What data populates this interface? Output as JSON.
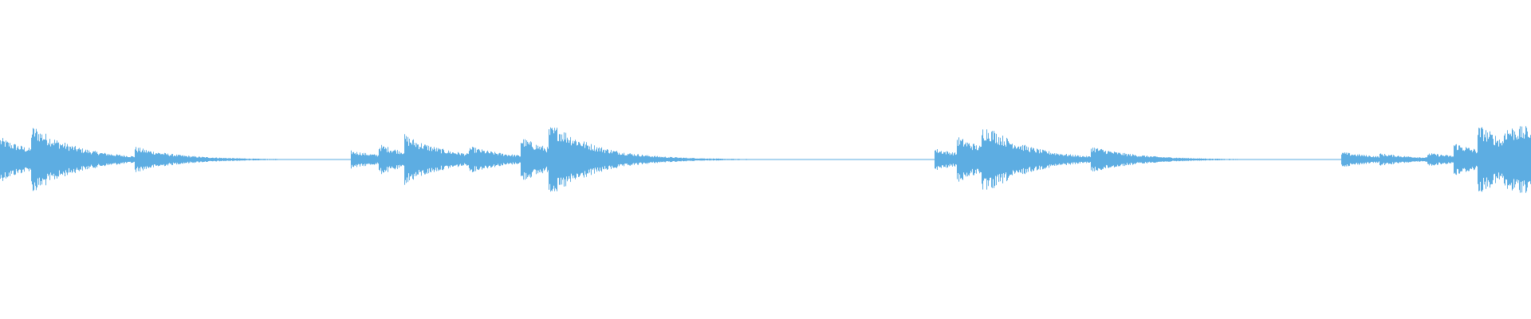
{
  "waveform": {
    "color": "#5dade2",
    "events": [
      {
        "start": 0.0,
        "amp": 0.75
      },
      {
        "start": 0.02,
        "amp": 0.85
      },
      {
        "start": 0.088,
        "amp": 0.32
      },
      {
        "start": 0.229,
        "amp": 0.3
      },
      {
        "start": 0.247,
        "amp": 0.36
      },
      {
        "start": 0.264,
        "amp": 0.56
      },
      {
        "start": 0.306,
        "amp": 0.26
      },
      {
        "start": 0.34,
        "amp": 0.62
      },
      {
        "start": 0.358,
        "amp": 1.0
      },
      {
        "start": 0.61,
        "amp": 0.38
      },
      {
        "start": 0.625,
        "amp": 0.56
      },
      {
        "start": 0.641,
        "amp": 0.85
      },
      {
        "start": 0.712,
        "amp": 0.36
      },
      {
        "start": 0.876,
        "amp": 0.26
      },
      {
        "start": 0.901,
        "amp": 0.1
      },
      {
        "start": 0.932,
        "amp": 0.16
      },
      {
        "start": 0.949,
        "amp": 0.46
      },
      {
        "start": 0.965,
        "amp": 0.9
      },
      {
        "start": 0.982,
        "amp": 1.0
      },
      {
        "start": 0.995,
        "amp": 0.8
      }
    ]
  }
}
